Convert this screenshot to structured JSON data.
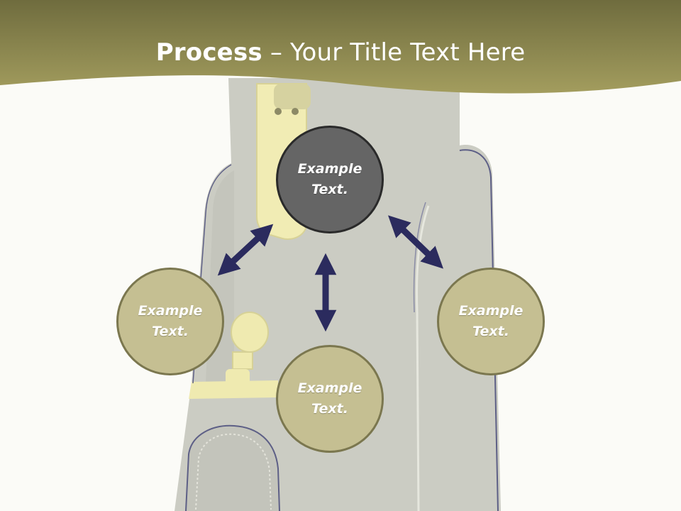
{
  "slide": {
    "title_bold": "Process",
    "title_rest": " – Your Title Text Here"
  },
  "circles": [
    {
      "id": "top",
      "label": "Example\nText."
    },
    {
      "id": "left",
      "label": "Example\nText."
    },
    {
      "id": "right",
      "label": "Example\nText."
    },
    {
      "id": "bottom",
      "label": "Example\nText."
    }
  ],
  "colors": {
    "header_olive": "#9c9650",
    "circle_dark": "#656565",
    "circle_olive": "#c5bf92",
    "arrow_navy": "#2b2b5e",
    "bag_gray": "#cbccc3",
    "bag_accent_yellow": "#efeab0"
  },
  "icons": [
    "golf-bag-illustration",
    "double-arrow-icon"
  ]
}
